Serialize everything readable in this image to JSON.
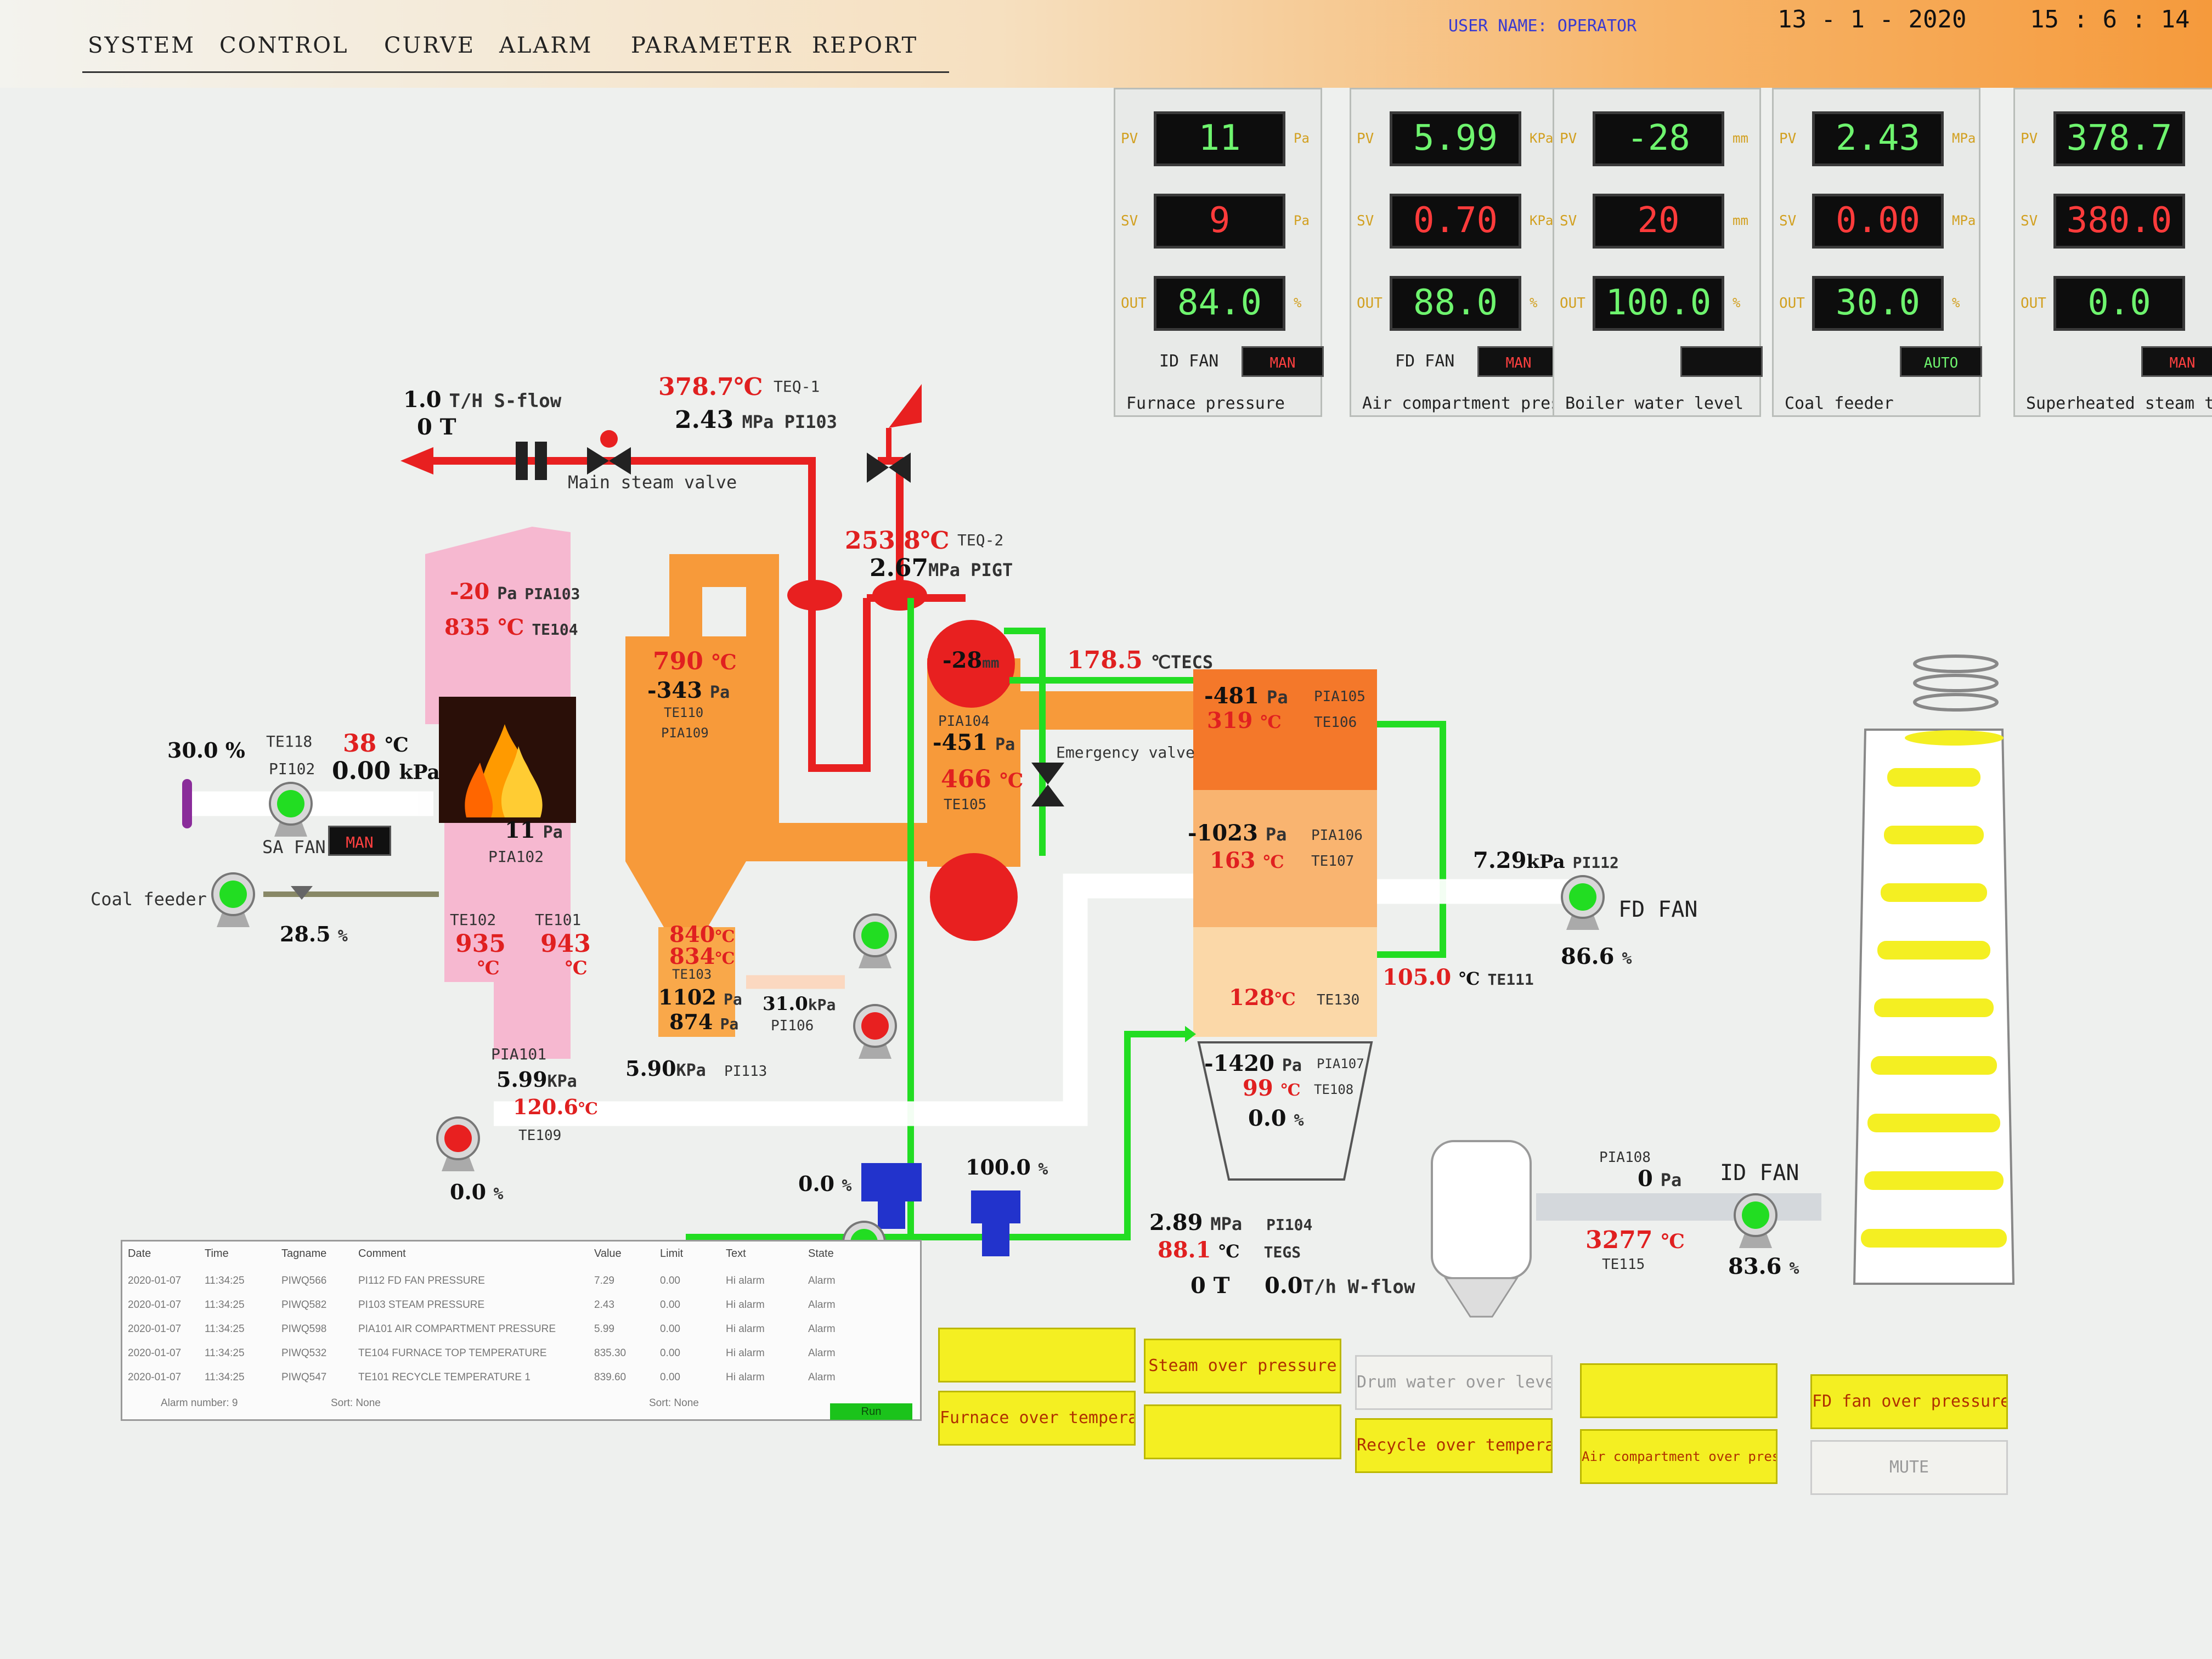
{
  "menu": [
    "SYSTEM",
    "CONTROL",
    "CURVE",
    "ALARM",
    "PARAMETER",
    "REPORT"
  ],
  "user": {
    "label": "USER NAME:",
    "name": "OPERATOR"
  },
  "date": {
    "day": "13",
    "month": "1",
    "year": "2020",
    "sep": "-"
  },
  "time": {
    "h": "15",
    "m": "6",
    "s": "14",
    "sep": ":"
  },
  "panels": [
    {
      "pv": "11",
      "sv": "9",
      "out": "84.0",
      "pv_unit": "Pa",
      "sv_unit": "Pa",
      "out_unit": "%",
      "name": "ID FAN",
      "mode": "MAN",
      "caption": "Furnace pressure"
    },
    {
      "pv": "5.99",
      "sv": "0.70",
      "out": "88.0",
      "pv_unit": "KPa",
      "sv_unit": "KPa",
      "out_unit": "%",
      "name": "FD FAN",
      "mode": "MAN",
      "caption": "Air compartment pressure"
    },
    {
      "pv": "-28",
      "sv": "20",
      "out": "100.0",
      "pv_unit": "mm",
      "sv_unit": "mm",
      "out_unit": "%",
      "name": "",
      "mode": "",
      "caption": "Boiler water level"
    },
    {
      "pv": "2.43",
      "sv": "0.00",
      "out": "30.0",
      "pv_unit": "MPa",
      "sv_unit": "MPa",
      "out_unit": "%",
      "name": "",
      "mode": "AUTO",
      "caption": "Coal feeder"
    },
    {
      "pv": "378.7",
      "sv": "380.0",
      "out": "0.0",
      "pv_unit": "",
      "sv_unit": "",
      "out_unit": "",
      "name": "",
      "mode": "MAN",
      "caption": "Superheated steam tempertu"
    }
  ],
  "panel_labels": {
    "pv": "PV",
    "sv": "SV",
    "out": "OUT"
  },
  "process": {
    "sflow_value": "1.0",
    "sflow_unit": "T/H S-flow",
    "sflow_total": "0 T",
    "main_steam_temp": "378.7",
    "main_steam_temp_tag": "TEQ-1",
    "main_steam_press": "2.43",
    "main_steam_press_tag": "MPa PI103",
    "main_steam_valve": "Main steam valve",
    "drum_temp": "253.8",
    "drum_temp_tag": "TEQ-2",
    "drum_press": "2.67",
    "drum_press_tag": "MPa PIGT",
    "drum_level": "-28",
    "drum_level_unit": "mm",
    "tecs_temp": "178.5",
    "tecs_tag": "℃TECS",
    "emergency_valve": "Emergency valve",
    "furnace_press": "-20",
    "furnace_press_unit": "Pa",
    "furnace_press_tag": "PIA103",
    "furnace_temp": "835",
    "furnace_temp_tag": "TE104",
    "bed_press": "11",
    "bed_press_unit": "Pa",
    "bed_press_tag": "PIA102",
    "te102": "935",
    "te102_tag": "TE102",
    "te101": "943",
    "te101_tag": "TE101",
    "sa_pct": "30.0",
    "sa_pct_unit": "%",
    "te118_tag": "TE118",
    "pi102_tag": "PI102",
    "sa_temp": "38",
    "sa_press": "0.00",
    "sa_fan": "SA FAN",
    "sa_mode": "MAN",
    "coal_feeder": "Coal feeder",
    "coal_pct": "28.5",
    "cyc_temp": "790",
    "cyc_press": "-343",
    "cyc_press_unit": "Pa",
    "cyc_tag1": "TE110",
    "cyc_tag2": "PIA109",
    "loop_t1": "840",
    "loop_t2": "834",
    "loop_tag": "TE103",
    "loop_p1": "1102",
    "loop_p2": "874",
    "loop_p_unit": "Pa",
    "pi106": "31.0",
    "pi106_unit": "kPa",
    "pi106_tag": "PI106",
    "pia104_tag": "PIA104",
    "pia104": "-451",
    "pia104_unit": "Pa",
    "te105": "466",
    "te105_tag": "TE105",
    "pia101_tag": "PIA101",
    "pia101": "5.99",
    "pia101_unit": "KPa",
    "te109": "120.6",
    "te109_tag": "TE109",
    "pi113": "5.90",
    "pi113_unit": "KPa",
    "pi113_tag": "PI113",
    "bottom_pump_pct": "0.0",
    "hx_p1": "-481",
    "hx_tag1": "PIA105",
    "hx_t1": "319",
    "hx_ttag1": "TE106",
    "hx_p2": "-1023",
    "hx_tag2": "PIA106",
    "hx_t2": "163",
    "hx_ttag2": "TE107",
    "hx_t3": "128",
    "hx_ttag3": "TE130",
    "hx_p3": "-1420",
    "hx_tag3": "PIA107",
    "hx_t4": "99",
    "hx_ttag4": "TE108",
    "hx_pct": "0.0",
    "te111": "105.0",
    "te111_tag": "TE111",
    "pi112": "7.29",
    "pi112_unit": "kPa",
    "pi112_tag": "PI112",
    "fd_fan": "FD FAN",
    "fd_pct": "86.6",
    "valve1_pct": "0.0",
    "valve2_pct": "100.0",
    "feed_press": "2.89",
    "feed_press_unit": "MPa",
    "feed_press_tag": "PI104",
    "feed_temp": "88.1",
    "feed_temp_tag": "TEGS",
    "wflow_total": "0 T",
    "wflow": "0.0",
    "wflow_unit": "T/h W-flow",
    "pia108_tag": "PIA108",
    "pia108": "0",
    "pia108_unit": "Pa",
    "id_fan": "ID FAN",
    "id_pct": "83.6",
    "te115": "3277",
    "te115_tag": "TE115",
    "units": {
      "c": "℃",
      "pct": "%",
      "kpa": "kPa",
      "pa": "Pa"
    }
  },
  "alarm_buttons": [
    {
      "label": "",
      "on": true
    },
    {
      "label": "Steam over pressure",
      "on": true
    },
    {
      "label": "Drum water over level",
      "on": false
    },
    {
      "label": "",
      "on": true
    },
    {
      "label": "FD fan over pressure",
      "on": true
    },
    {
      "label": "Furnace over temperature",
      "on": true
    },
    {
      "label": "",
      "on": true
    },
    {
      "label": "Recycle over temperature",
      "on": true
    },
    {
      "label": "Air compartment over pressure",
      "on": true
    },
    {
      "label": "MUTE",
      "on": false
    }
  ],
  "alarm_log": {
    "headers": [
      "Date",
      "Time",
      "Tagname",
      "Comment",
      "Value",
      "Limit",
      "Text",
      "State"
    ],
    "rows": [
      [
        "2020-01-07",
        "11:34:25",
        "PIWQ566",
        "PI112 FD FAN PRESSURE",
        "7.29",
        "0.00",
        "Hi alarm",
        "Alarm"
      ],
      [
        "2020-01-07",
        "11:34:25",
        "PIWQ582",
        "PI103 STEAM PRESSURE",
        "2.43",
        "0.00",
        "Hi alarm",
        "Alarm"
      ],
      [
        "2020-01-07",
        "11:34:25",
        "PIWQ598",
        "PIA101 AIR COMPARTMENT PRESSURE",
        "5.99",
        "0.00",
        "Hi alarm",
        "Alarm"
      ],
      [
        "2020-01-07",
        "11:34:25",
        "PIWQ532",
        "TE104 FURNACE TOP TEMPERATURE",
        "835.30",
        "0.00",
        "Hi alarm",
        "Alarm"
      ],
      [
        "2020-01-07",
        "11:34:25",
        "PIWQ547",
        "TE101 RECYCLE TEMPERATURE 1",
        "839.60",
        "0.00",
        "Hi alarm",
        "Alarm"
      ]
    ],
    "footer_count": "Alarm number: 9",
    "footer_sort": "Sort: None",
    "footer_sort2": "Sort: None",
    "run": "Run"
  },
  "colors": {
    "pipe_red": "#e82020",
    "pipe_green": "#22dd22",
    "orange": "#f79a3a",
    "pink": "#f6b8d0",
    "yellow": "#f4ef22"
  }
}
